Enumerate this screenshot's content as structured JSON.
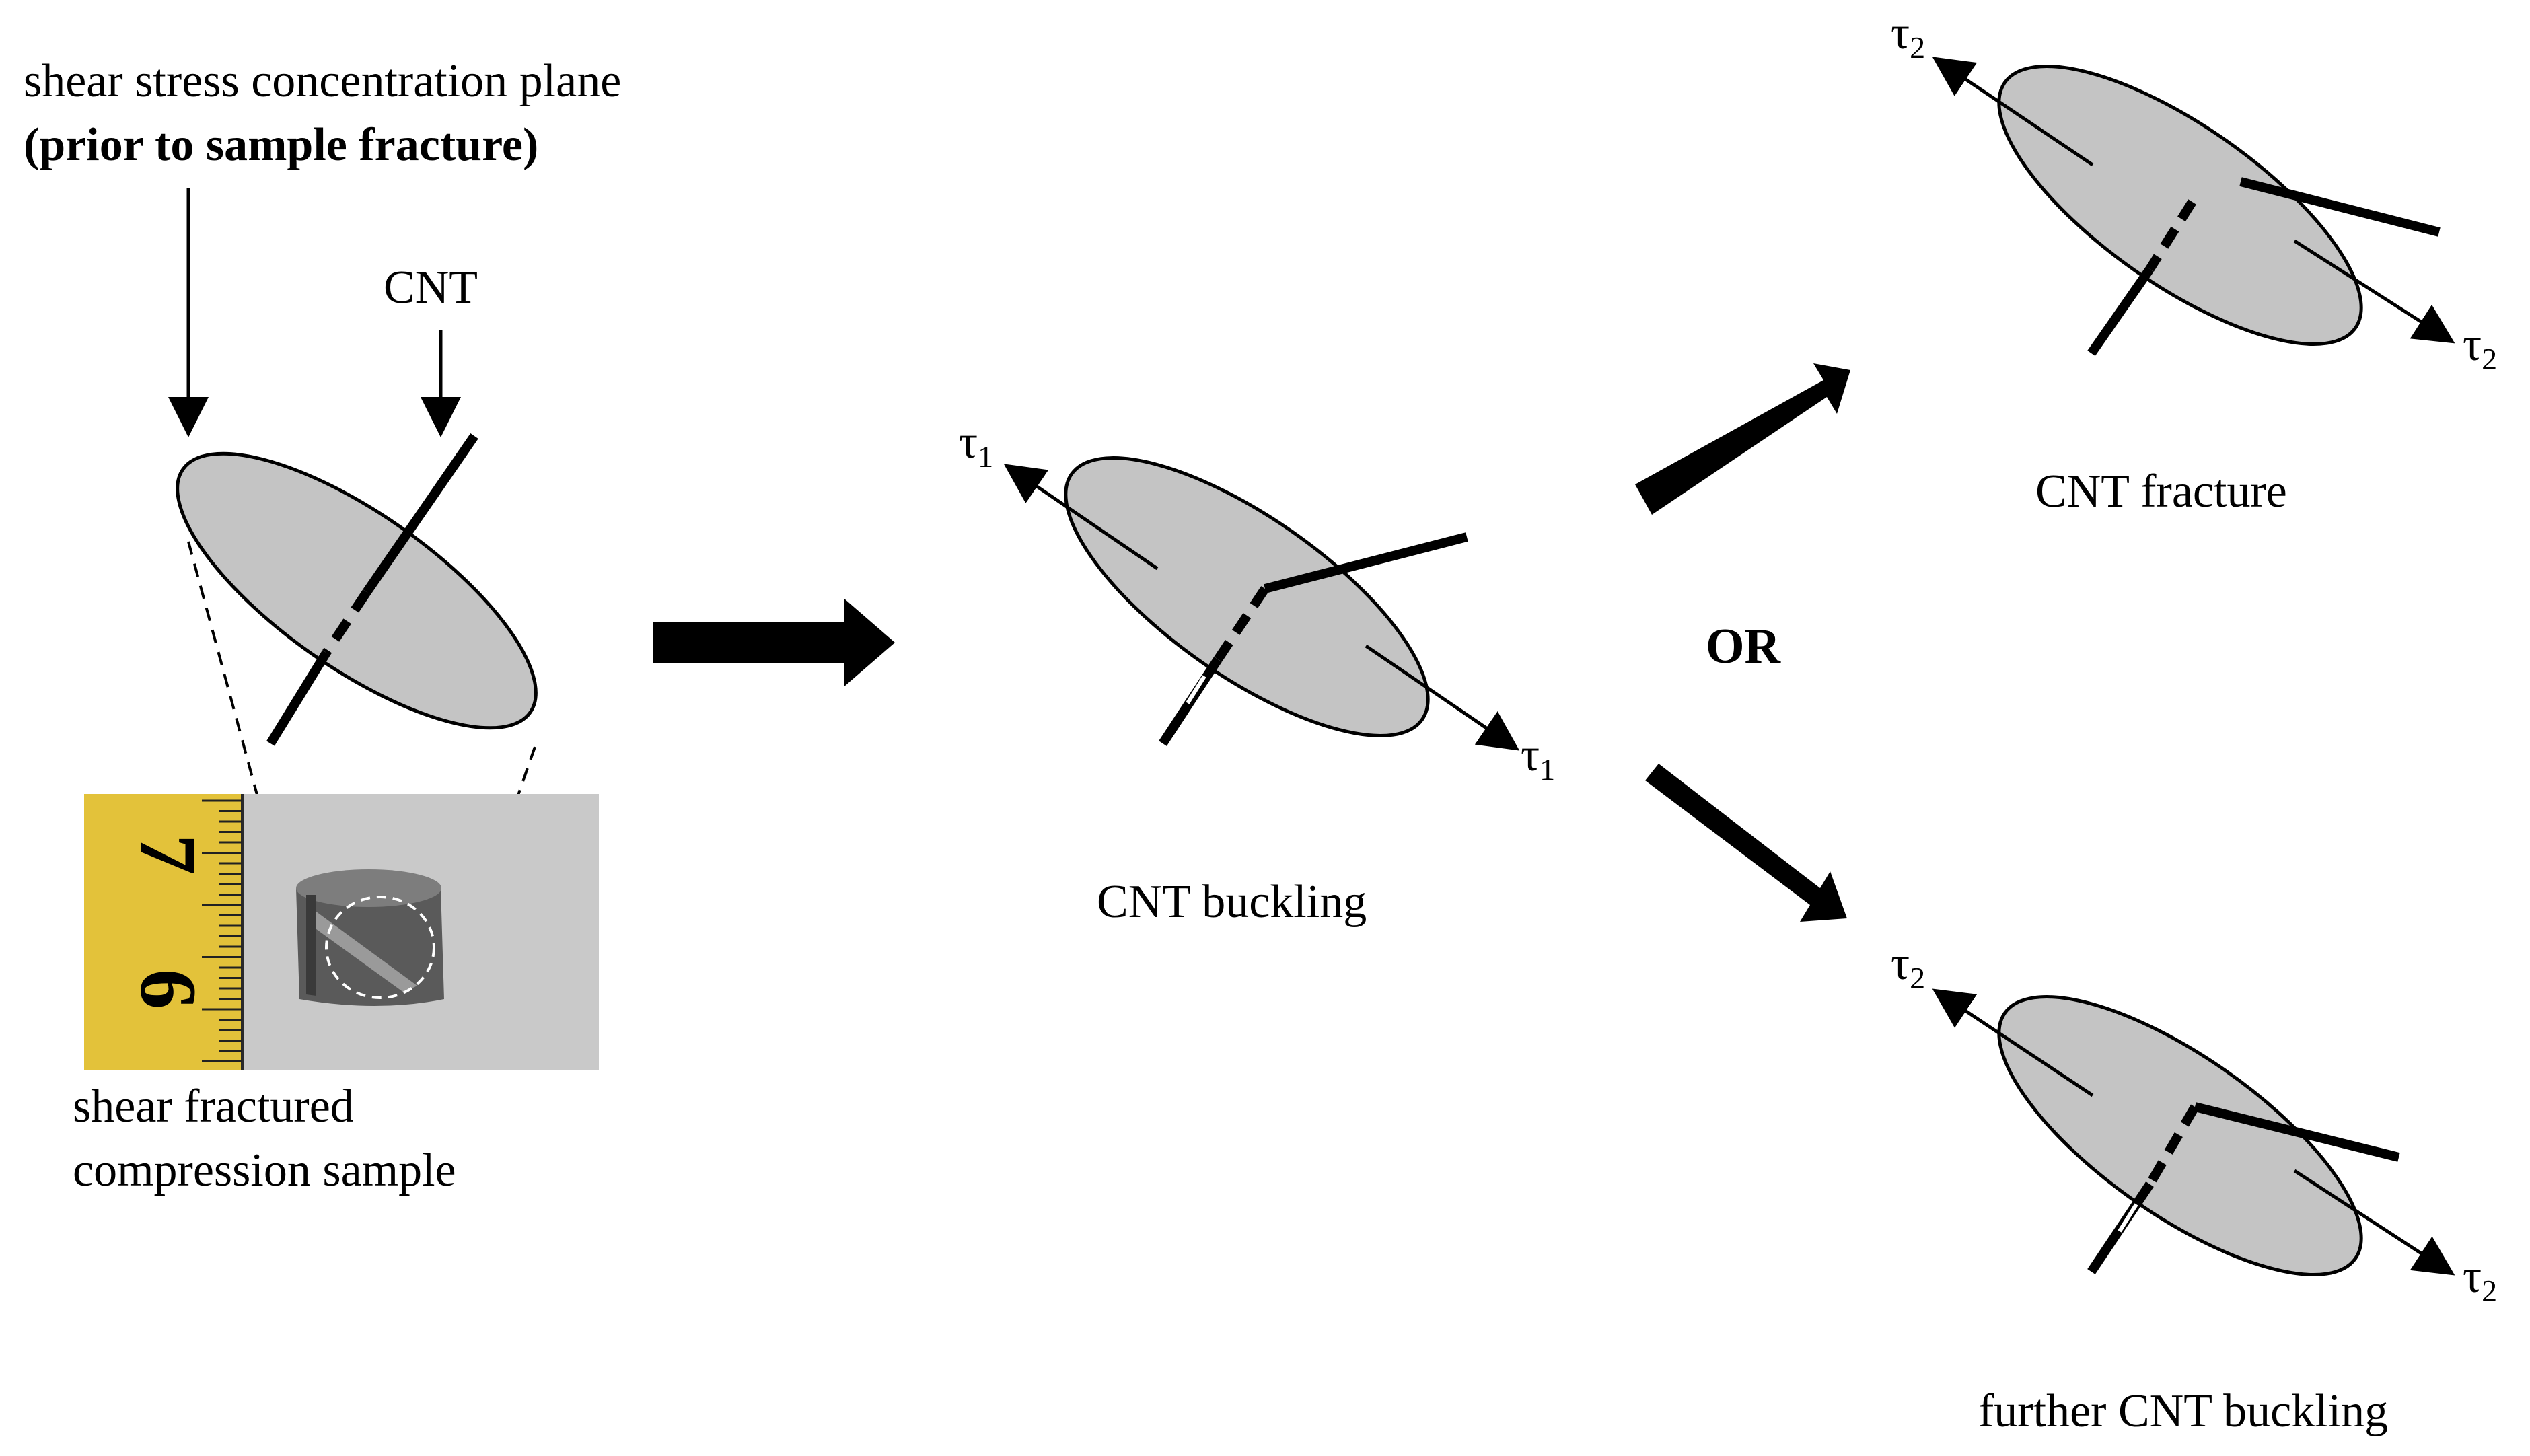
{
  "labels": {
    "plane_line1": "shear stress concentration plane",
    "plane_line2": "(prior to sample fracture)",
    "cnt": "CNT",
    "sample_line1": "shear fractured",
    "sample_line2": "compression sample",
    "cnt_buckling": "CNT buckling",
    "or": "OR",
    "cnt_fracture": "CNT fracture",
    "further_buckling": "further CNT buckling"
  },
  "tau": {
    "symbol": "τ",
    "stage1_sub": "1",
    "stage2_sub": "2"
  },
  "ruler": {
    "digit_top": "7",
    "digit_bottom": "6"
  },
  "colors": {
    "plane_fill": "#c4c4c4",
    "ink": "#000000",
    "photo_background": "#c9c9c9",
    "ruler_yellow": "#e3c23a",
    "sample_metal": "#5a5a5a"
  }
}
